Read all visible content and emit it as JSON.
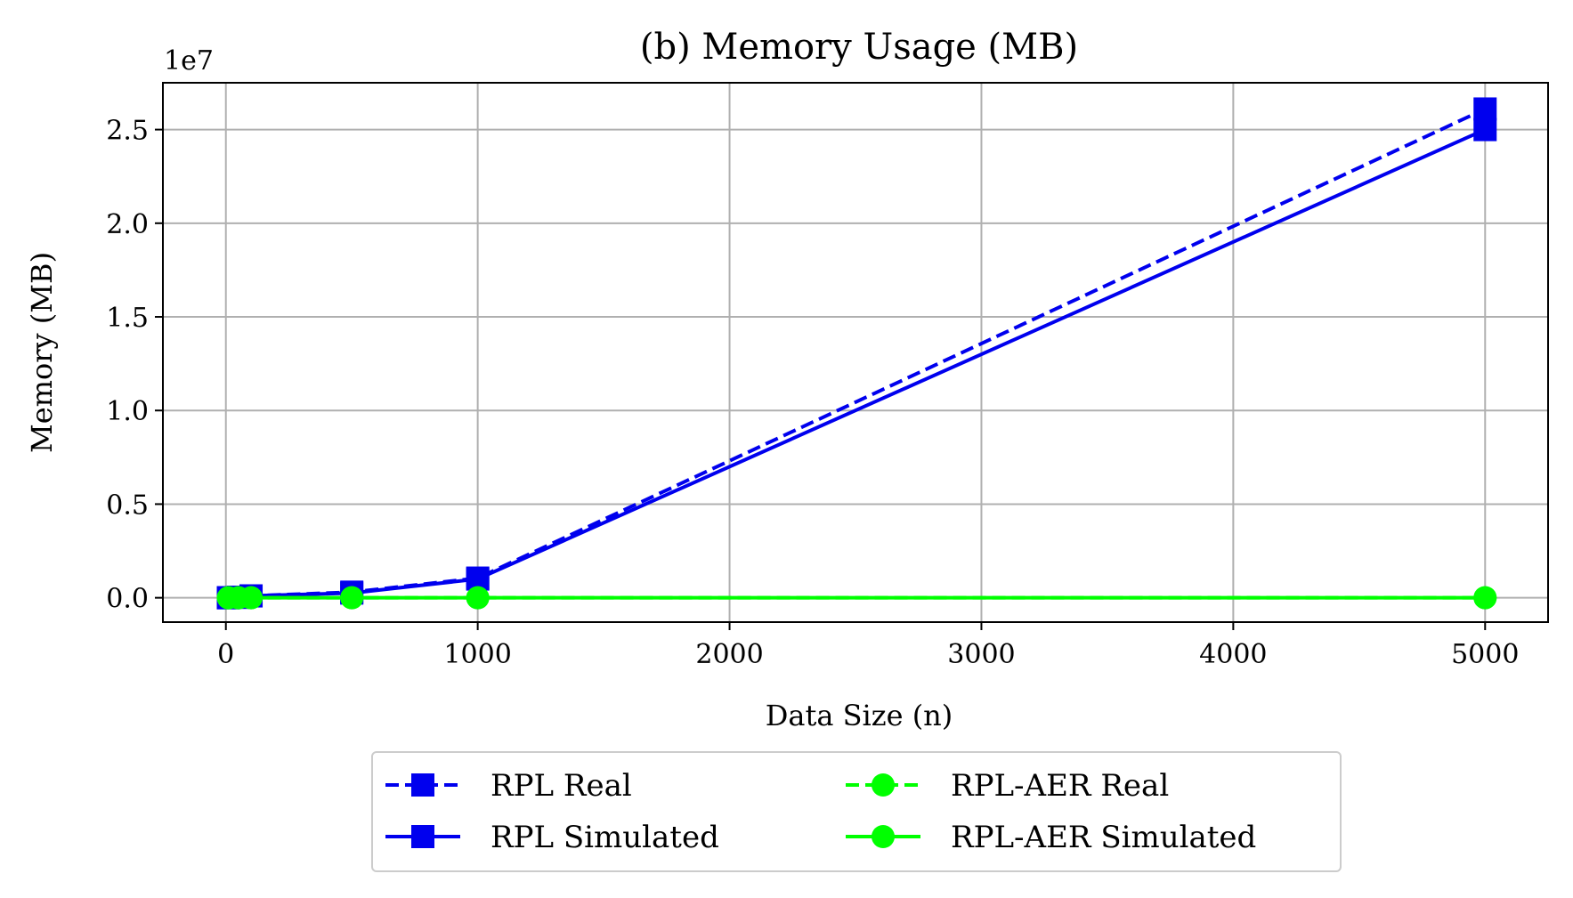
{
  "chart_data": {
    "type": "line",
    "title": "(b) Memory Usage (MB)",
    "xlabel": "Data Size (n)",
    "ylabel": "Memory (MB)",
    "y_offset_label": "1e7",
    "xlim": [
      -250,
      5250
    ],
    "ylim": [
      -1300000,
      27500000
    ],
    "x_ticks": [
      0,
      1000,
      2000,
      3000,
      4000,
      5000
    ],
    "x_tick_labels": [
      "0",
      "1000",
      "2000",
      "3000",
      "4000",
      "5000"
    ],
    "y_ticks": [
      0,
      5000000,
      10000000,
      15000000,
      20000000,
      25000000
    ],
    "y_tick_labels": [
      "0.0",
      "0.5",
      "1.0",
      "1.5",
      "2.0",
      "2.5"
    ],
    "grid": true,
    "legend_placement": "bottom-center, below plot",
    "series": [
      {
        "name": "RPL Real",
        "color": "#0000ee",
        "line_style": "dashed",
        "marker": "square",
        "x": [
          10,
          50,
          100,
          500,
          1000,
          5000
        ],
        "y": [
          1000,
          25000,
          100000,
          300000,
          1050000,
          26100000
        ]
      },
      {
        "name": "RPL Simulated",
        "color": "#0000ee",
        "line_style": "solid",
        "marker": "square",
        "x": [
          10,
          50,
          100,
          500,
          1000,
          5000
        ],
        "y": [
          1000,
          25000,
          100000,
          250000,
          1000000,
          25000000
        ]
      },
      {
        "name": "RPL-AER Real",
        "color": "#00ff00",
        "line_style": "dashed",
        "marker": "circle",
        "x": [
          10,
          50,
          100,
          500,
          1000,
          5000
        ],
        "y": [
          5,
          25,
          50,
          250,
          500,
          2500
        ]
      },
      {
        "name": "RPL-AER Simulated",
        "color": "#00ff00",
        "line_style": "solid",
        "marker": "circle",
        "x": [
          10,
          50,
          100,
          500,
          1000,
          5000
        ],
        "y": [
          5,
          25,
          50,
          250,
          500,
          2500
        ]
      }
    ]
  }
}
